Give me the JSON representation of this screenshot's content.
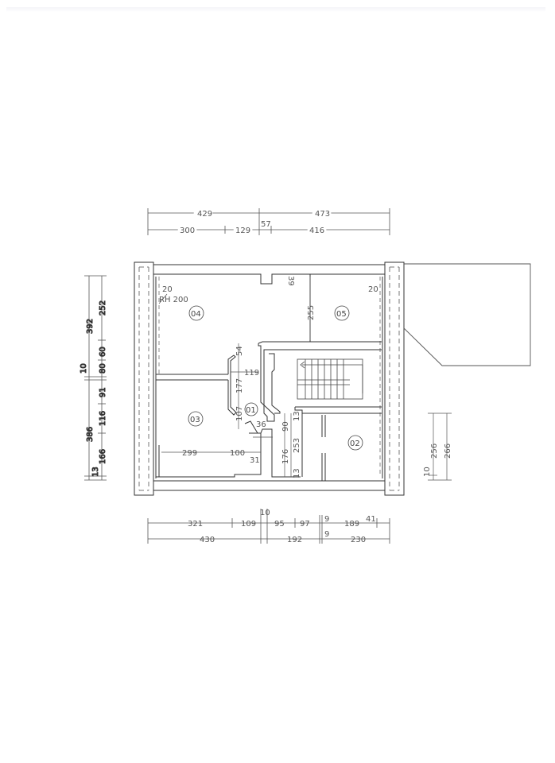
{
  "drawing": {
    "type": "floor plan",
    "rooms": [
      {
        "id": "01",
        "label": "01"
      },
      {
        "id": "02",
        "label": "02"
      },
      {
        "id": "03",
        "label": "03"
      },
      {
        "id": "04",
        "label": "04"
      },
      {
        "id": "05",
        "label": "05"
      }
    ],
    "annotations": {
      "rh": "RH 200",
      "wall_left": "20",
      "wall_right": "20",
      "chimney": "39",
      "room05_depth": "255",
      "corr_54": "54",
      "corr_119": "119",
      "corr_177": "177",
      "corr_107": "107",
      "corr_36": "36",
      "corr_31": "31",
      "room03_299": "299",
      "room03_100": "100",
      "stair_90": "90",
      "stair_13a": "13",
      "stair_176": "176",
      "stair_253": "253",
      "stair_13b": "13"
    },
    "top_dims": {
      "row1": [
        "429",
        "473"
      ],
      "row2": [
        "300",
        "129",
        "57",
        "416"
      ]
    },
    "left_dims": {
      "outer": [
        "392",
        "10",
        "386",
        "13"
      ],
      "inner": [
        "252",
        "60",
        "80",
        "91",
        "116",
        "166"
      ]
    },
    "bottom_dims": {
      "row1": [
        "321",
        "109",
        "10",
        "95",
        "97",
        "9",
        "189",
        "41"
      ],
      "row2": [
        "430",
        "192",
        "9",
        "230"
      ]
    },
    "right_dims": [
      "256",
      "266",
      "10"
    ]
  }
}
